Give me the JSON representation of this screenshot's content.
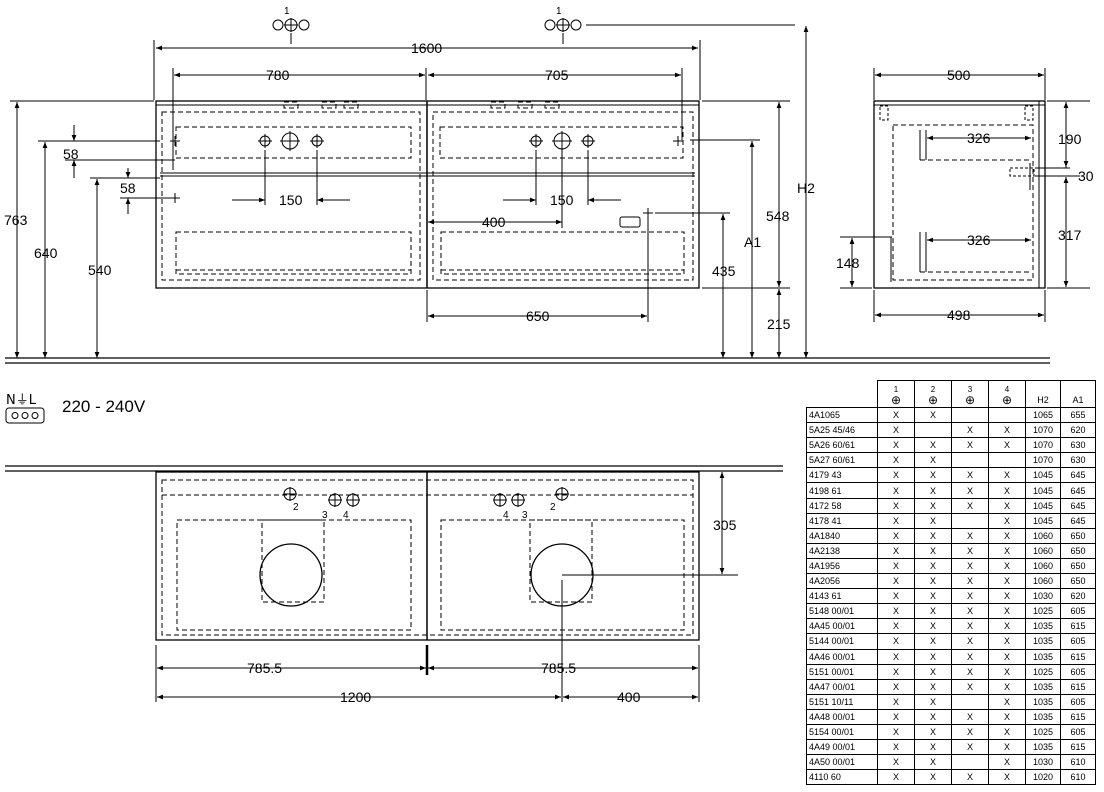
{
  "front_view": {
    "overall_width": "1600",
    "left_cabinet": "780",
    "right_cabinet": "705",
    "height_total": "763",
    "height_640": "640",
    "height_540": "540",
    "gap_top": "58",
    "gap_mid": "58",
    "tap_spacing_left": "150",
    "tap_spacing_right": "150",
    "offset_400": "400",
    "drawer_650": "650",
    "height_548": "548",
    "height_435": "435",
    "label_a1": "A1",
    "height_215": "215",
    "label_h2": "H2",
    "position_marker": "1"
  },
  "side_view": {
    "depth_top": "500",
    "inner_326_top": "326",
    "inner_326_bottom": "326",
    "height_190": "190",
    "height_30": "30",
    "height_317": "317",
    "height_148": "148",
    "depth_bottom": "498"
  },
  "plan_view": {
    "depth_305": "305",
    "half_left": "785.5",
    "half_right": "785.5",
    "width_1200": "1200",
    "width_400": "400",
    "pos_2a": "2",
    "pos_3a": "3",
    "pos_4a": "4",
    "pos_4b": "4",
    "pos_3b": "3",
    "pos_2b": "2"
  },
  "electrical": {
    "symbol_label": "N⏚L",
    "voltage": "220 - 240V"
  },
  "table": {
    "headers": [
      "",
      "1",
      "2",
      "3",
      "4",
      "H2",
      "A1"
    ],
    "rows": [
      [
        "4A1065",
        "X",
        "X",
        "",
        "",
        "1065",
        "655"
      ],
      [
        "5A25 45/46",
        "X",
        "",
        "X",
        "X",
        "1070",
        "620"
      ],
      [
        "5A26 60/61",
        "X",
        "X",
        "X",
        "X",
        "1070",
        "630"
      ],
      [
        "5A27 60/61",
        "X",
        "X",
        "",
        "",
        "1070",
        "630"
      ],
      [
        "4179 43",
        "X",
        "X",
        "X",
        "X",
        "1045",
        "645"
      ],
      [
        "4198 61",
        "X",
        "X",
        "X",
        "X",
        "1045",
        "645"
      ],
      [
        "4172 58",
        "X",
        "X",
        "X",
        "X",
        "1045",
        "645"
      ],
      [
        "4178 41",
        "X",
        "X",
        "",
        "X",
        "1045",
        "645"
      ],
      [
        "4A1840",
        "X",
        "X",
        "X",
        "X",
        "1060",
        "650"
      ],
      [
        "4A2138",
        "X",
        "X",
        "X",
        "X",
        "1060",
        "650"
      ],
      [
        "4A1956",
        "X",
        "X",
        "X",
        "X",
        "1060",
        "650"
      ],
      [
        "4A2056",
        "X",
        "X",
        "X",
        "X",
        "1060",
        "650"
      ],
      [
        "4143 61",
        "X",
        "X",
        "X",
        "X",
        "1030",
        "620"
      ],
      [
        "5148 00/01",
        "X",
        "X",
        "X",
        "X",
        "1025",
        "605"
      ],
      [
        "4A45 00/01",
        "X",
        "X",
        "X",
        "X",
        "1035",
        "615"
      ],
      [
        "5144 00/01",
        "X",
        "X",
        "X",
        "X",
        "1035",
        "605"
      ],
      [
        "4A46 00/01",
        "X",
        "X",
        "X",
        "X",
        "1035",
        "615"
      ],
      [
        "5151 00/01",
        "X",
        "X",
        "X",
        "X",
        "1025",
        "605"
      ],
      [
        "4A47 00/01",
        "X",
        "X",
        "X",
        "X",
        "1035",
        "615"
      ],
      [
        "5151 10/11",
        "X",
        "X",
        "",
        "X",
        "1035",
        "605"
      ],
      [
        "4A48 00/01",
        "X",
        "X",
        "X",
        "X",
        "1035",
        "615"
      ],
      [
        "5154 00/01",
        "X",
        "X",
        "X",
        "X",
        "1025",
        "605"
      ],
      [
        "4A49 00/01",
        "X",
        "X",
        "X",
        "X",
        "1035",
        "615"
      ],
      [
        "4A50 00/01",
        "X",
        "X",
        "",
        "X",
        "1030",
        "610"
      ],
      [
        "4110 60",
        "X",
        "X",
        "X",
        "X",
        "1020",
        "610"
      ]
    ]
  }
}
